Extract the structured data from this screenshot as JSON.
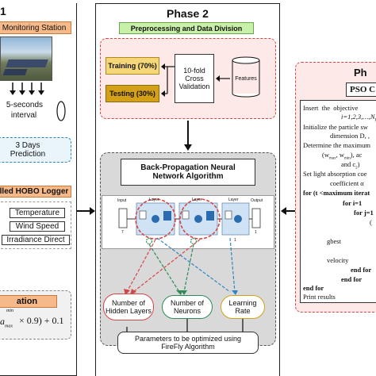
{
  "phase1": {
    "title_fragment": "1",
    "monitoring_station": "Monitoring Station",
    "seconds_interval_line1": "5-seconds",
    "seconds_interval_line2": "interval",
    "days_prediction": "3 Days Prediction",
    "hobo_logger": "lled HOBO Logger",
    "sensors": [
      "Temperature",
      "Wind Speed",
      "Irradiance Direct"
    ],
    "normalization_title": "ation",
    "formula_fragment": "× 0.9) + 0.1",
    "formula_sub_top": "min",
    "formula_sub_bottom": "max",
    "formula_lead": "a"
  },
  "phase2": {
    "title": "Phase 2",
    "preprocessing": "Preprocessing and Data Division",
    "training": "Training (70%)",
    "testing": "Testing (30%)",
    "cross_validation": "10-fold Cross Validation",
    "features": "Features",
    "bpnn_title_line1": "Back-Propagation Neural",
    "bpnn_title_line2": "Network Algorithm",
    "nn_labels": {
      "input": "Input",
      "input_n": "7",
      "layer": "Layer",
      "output": "Output",
      "output_n": "1",
      "layer_n": "1"
    },
    "params": [
      "Number of Hidden Layers",
      "Number of Neurons",
      "Learning Rate"
    ],
    "firefly": "Parameters to be optimized using FireFly Algorithm"
  },
  "phase3": {
    "title_fragment": "Ph",
    "pso_fragment": "PSO C",
    "algorithm_lines": [
      "Insert  the  objective",
      "i=1,2,3,…,N",
      "Initialize the particle sw",
      "dimension D, ,",
      "Determine the maximum",
      "(w",
      "and c",
      "Set light absorption coe",
      "coefficient α",
      "for (t <maximum iterat",
      "for i=1",
      "for j=1",
      "(",
      "gbest",
      "velocity",
      "end for",
      "end for",
      "end for",
      "Print results"
    ]
  },
  "colors": {
    "orange_fill": "#f6b98a",
    "blue_dashed": "#2e86c1",
    "red_dashed": "#d64545",
    "green_title": "#c9f0a8",
    "yellow_box": "#f5d779",
    "tan_box": "#d4a017",
    "pink_panel": "#fde9e7",
    "gray_panel": "#d9d9d9"
  }
}
